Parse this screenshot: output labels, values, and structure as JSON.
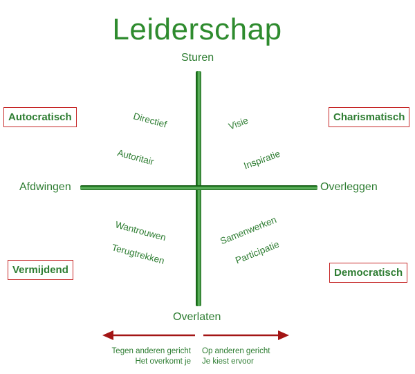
{
  "title": "Leiderschap",
  "axes": {
    "top": "Sturen",
    "bottom": "Overlaten",
    "left": "Afdwingen",
    "right": "Overleggen"
  },
  "styles": {
    "autocratisch": "Autocratisch",
    "charismatisch": "Charismatisch",
    "vermijdend": "Vermijdend",
    "democratisch": "Democratisch"
  },
  "quadrants": {
    "top_left": [
      "Directief",
      "Autoritair"
    ],
    "top_right": [
      "Visie",
      "Inspiratie"
    ],
    "bottom_left": [
      "Wantrouwen",
      "Terugtrekken"
    ],
    "bottom_right": [
      "Samenwerken",
      "Participatie"
    ]
  },
  "bottom_notes": {
    "left": [
      "Tegen anderen gericht",
      "Het overkomt je"
    ],
    "right": [
      "Op anderen gericht",
      "Je kiest ervoor"
    ]
  },
  "colors": {
    "text": "#2e7d32",
    "axis": "#2e8b2e",
    "box_border": "#c62828",
    "arrow": "#a31515"
  }
}
